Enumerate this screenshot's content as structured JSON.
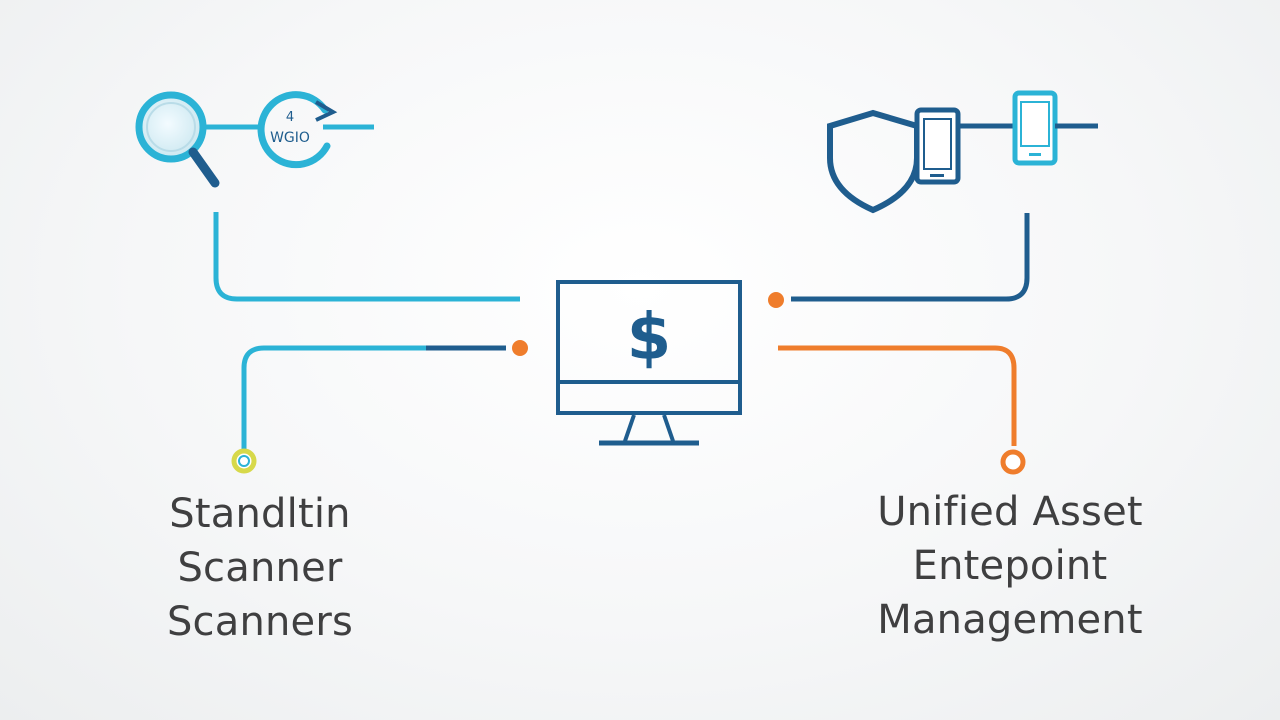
{
  "left_caption": {
    "lines": [
      "Standltin",
      "Scanner",
      "Scanners"
    ]
  },
  "right_caption": {
    "lines": [
      "Unified Asset",
      "Entepoint",
      "Management"
    ]
  },
  "center": {
    "symbol": "$"
  },
  "scanner_badge": {
    "top": "4",
    "bottom": "WGIO"
  },
  "icons": {
    "left_cluster": [
      "magnifier-icon",
      "sync-badge-icon"
    ],
    "right_cluster": [
      "shield-icon",
      "phone-icon",
      "tablet-icon"
    ],
    "center": "monitor-icon"
  },
  "colors": {
    "cyan": "#2bb3d6",
    "navy": "#1f5d8e",
    "orange": "#ef7d2c",
    "yellow": "#d7d94a",
    "text": "#3f3f40"
  }
}
